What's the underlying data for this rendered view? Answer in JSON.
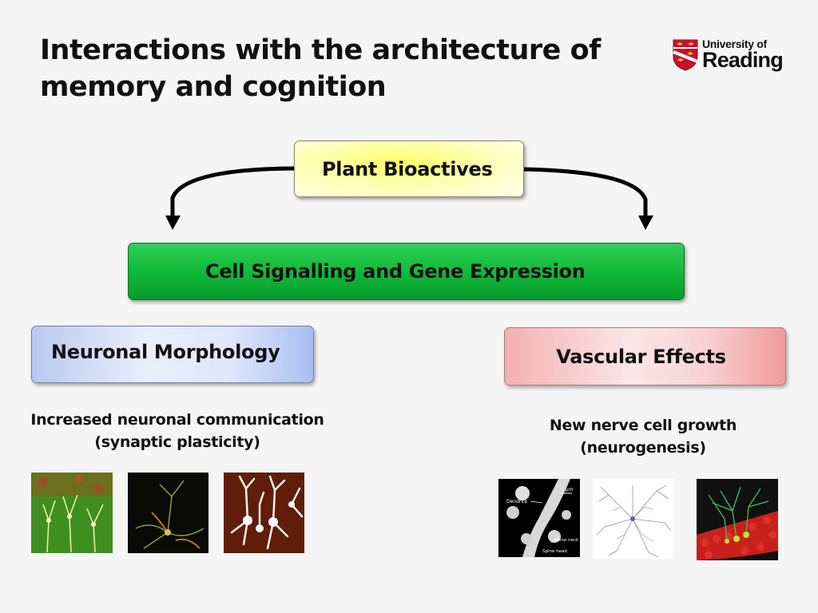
{
  "slide": {
    "title_line1": "Interactions with the architecture of",
    "title_line2": "memory and cognition"
  },
  "logo": {
    "line1": "University of",
    "line2": "Reading"
  },
  "diagram": {
    "top_node": "Plant Bioactives",
    "middle_node": "Cell Signalling and Gene Expression",
    "left_node": "Neuronal Morphology",
    "right_node": "Vascular Effects",
    "left_caption_line1": "Increased neuronal communication",
    "left_caption_line2": "(synaptic plasticity)",
    "right_caption_line1": "New nerve cell growth",
    "right_caption_line2": "(neurogenesis)"
  },
  "spine_image_labels": {
    "scale": "1 μm",
    "dendrite": "Dendrite",
    "spine_neck": "Spine neck",
    "spine_head": "Spine head"
  },
  "colors": {
    "plant_box": "#ffff88",
    "cell_box": "#12bb3c",
    "neuron_box": "#c9d6f4",
    "vascular_box": "#f6c0c0",
    "arrow": "#000000"
  }
}
